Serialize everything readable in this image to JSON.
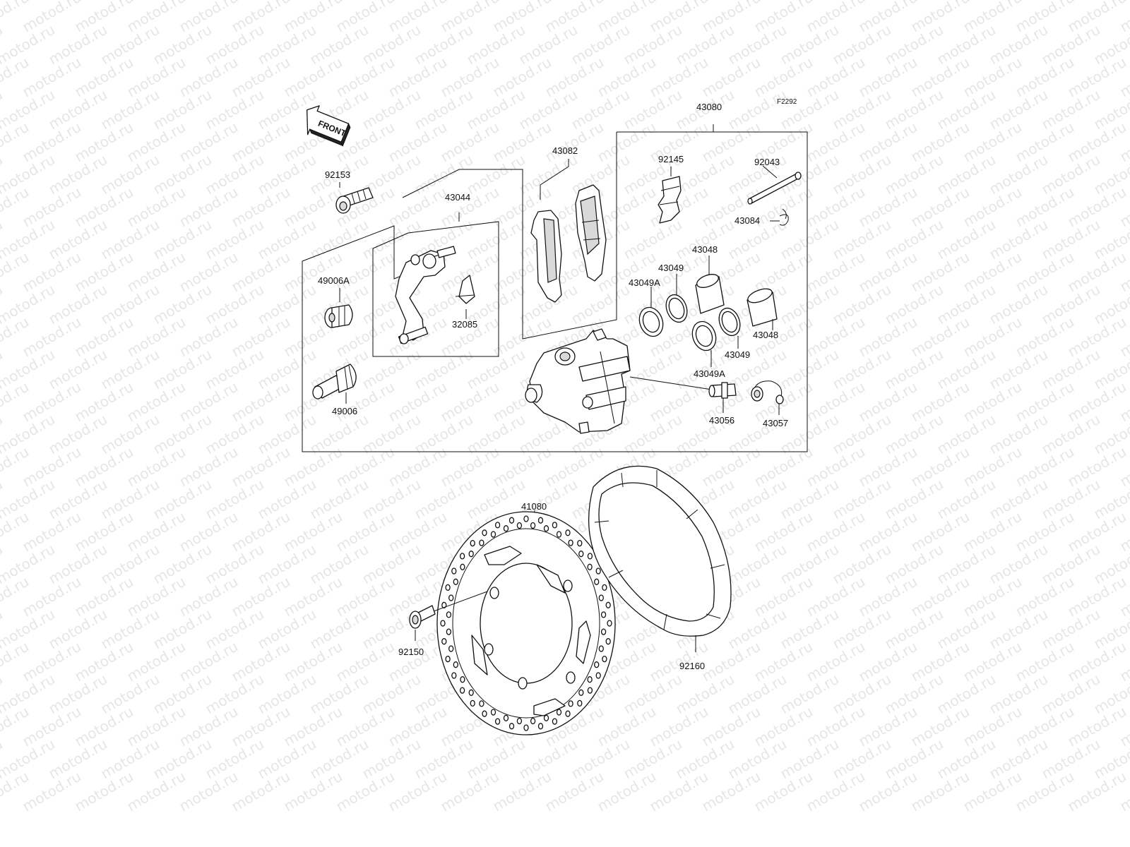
{
  "diagram": {
    "figure_code": "F2292",
    "front_label": "FRONT",
    "watermark": "motod.ru",
    "parts": [
      {
        "id": "p43080",
        "number": "43080"
      },
      {
        "id": "p43082",
        "number": "43082"
      },
      {
        "id": "p92145",
        "number": "92145"
      },
      {
        "id": "p92043",
        "number": "92043"
      },
      {
        "id": "p43084",
        "number": "43084"
      },
      {
        "id": "p92153",
        "number": "92153"
      },
      {
        "id": "p43044",
        "number": "43044"
      },
      {
        "id": "p32085",
        "number": "32085"
      },
      {
        "id": "p49006A",
        "number": "49006A"
      },
      {
        "id": "p49006",
        "number": "49006"
      },
      {
        "id": "p43048a",
        "number": "43048"
      },
      {
        "id": "p43049a",
        "number": "43049"
      },
      {
        "id": "p43049Aa",
        "number": "43049A"
      },
      {
        "id": "p43048b",
        "number": "43048"
      },
      {
        "id": "p43049b",
        "number": "43049"
      },
      {
        "id": "p43049Ab",
        "number": "43049A"
      },
      {
        "id": "p43056",
        "number": "43056"
      },
      {
        "id": "p43057",
        "number": "43057"
      },
      {
        "id": "p41080",
        "number": "41080"
      },
      {
        "id": "p92150",
        "number": "92150"
      },
      {
        "id": "p92160",
        "number": "92160"
      }
    ]
  }
}
